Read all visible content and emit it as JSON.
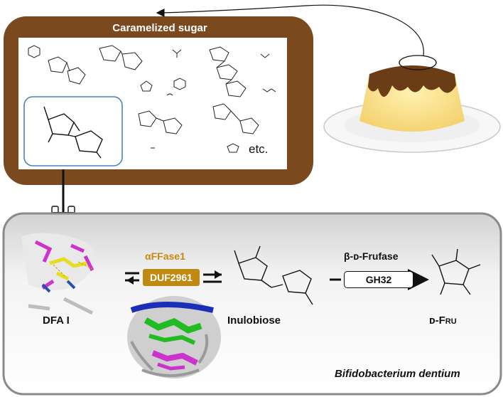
{
  "caramelized_sugar": {
    "title": "Caramelized sugar",
    "etc": "etc."
  },
  "reaction": {
    "enzyme1_name": "αFFase1",
    "enzyme1_family": "DUF2961",
    "enzyme2_name": "β-ᴅ-Frufase",
    "enzyme2_family": "GH32"
  },
  "compounds": {
    "substrate": "DFA I",
    "intermediate": "Inulobiose",
    "product": "ᴅ-Fru"
  },
  "organism": "Bifidobacterium dentium",
  "colors": {
    "frame_brown": "#7a4a1e",
    "enzyme_gold": "#c08a12",
    "panel_gray": "#ededed",
    "highlight_blue": "#4f7ec1"
  }
}
